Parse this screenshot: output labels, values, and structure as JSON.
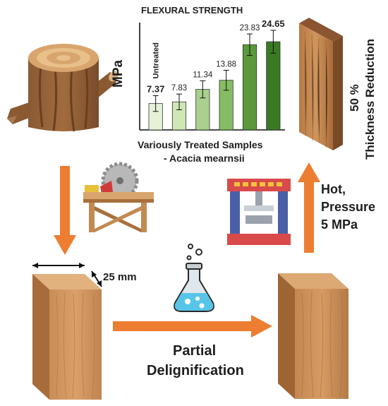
{
  "chart_data": {
    "type": "bar",
    "title": "FLEXURAL STRENGTH",
    "ylabel": "MPa",
    "xlabel": "Variously Treated Samples",
    "xlabel_sub": "- Acacia mearnsii",
    "categories": [
      "Untreated",
      "",
      "",
      "",
      "",
      ""
    ],
    "values": [
      7.37,
      7.83,
      11.34,
      13.88,
      23.83,
      24.65
    ],
    "value_labels": [
      "7.37",
      "7.83",
      "11.34",
      "13.88",
      "23.83",
      "24.65"
    ],
    "errors": [
      2.2,
      2.2,
      2.4,
      2.8,
      3.0,
      3.2
    ],
    "colors": [
      "#e6f2d8",
      "#cfe6b6",
      "#a9d08e",
      "#86bd63",
      "#5a9a3a",
      "#3b7a25"
    ],
    "ylim": [
      0,
      30
    ],
    "grid": false
  },
  "labels": {
    "thickness_pct": "50 %",
    "thickness_text": "Thickness Reduction",
    "dimension": "25 mm",
    "hot_line1": "Hot,",
    "hot_line2": "Pressure",
    "hot_line3": "5 MPa",
    "process_line1": "Partial",
    "process_line2": "Delignification"
  },
  "colors": {
    "arrow": "#ed7d31",
    "wood_light": "#c8925c",
    "wood_dark": "#8a5a32"
  }
}
